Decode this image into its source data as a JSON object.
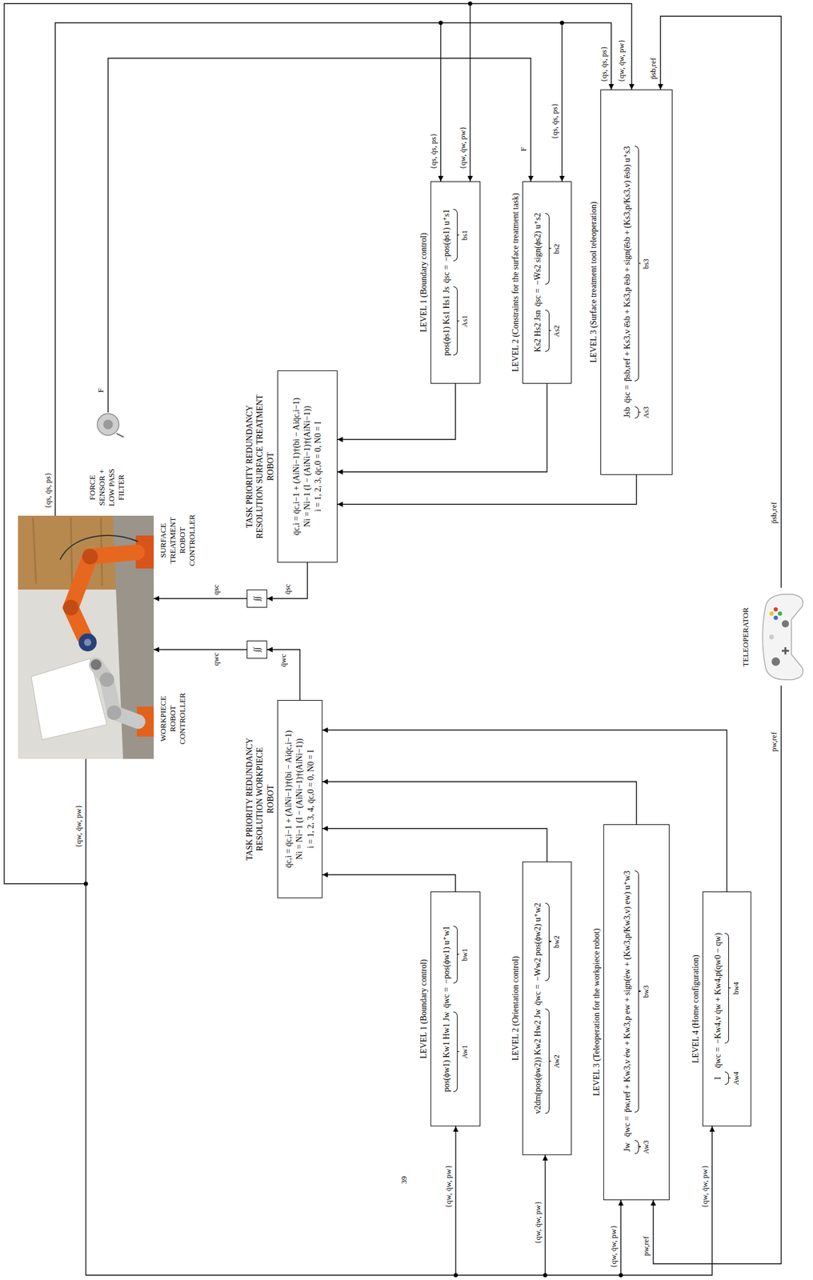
{
  "diagram": {
    "nodes": [
      {
        "text": [
          "∫∫"
        ]
      },
      {
        "text": [
          "∫∫"
        ]
      },
      {
        "text": [
          "TASK PRIORITY REDUNDANCY RESOLUTION WORKPIECE ROBOT",
          "q̈c,i = q̈c,i−1 + (AiNi−1)†(bi − Aiq̈c,i−1)",
          "Ni = Ni−1 (I − (AiNi−1)†(AiNi−1))",
          "i = 1, 2, 3, 4, q̈c,0 = 0, N0 = I"
        ]
      },
      {
        "text": [
          "TASK PRIORITY REDUNDANCY RESOLUTION SURFACE TREATMENT ROBOT",
          "q̈c,i = q̈c,i−1 + (AiNi−1)†(bi − Aiq̈c,i−1)",
          "Ni = Ni−1 (I − (AiNi−1)†(AiNi−1))",
          "i = 1, 2, 3, q̈c,0 = 0, N0 = I"
        ]
      },
      {
        "text": [
          "LEVEL 1 (Boundary control)",
          "pos(ϕw1) Kw1 Hw1 Jw",
          "q̈wc =",
          "−pos(ϕw1) u⁺w1",
          "Aw1",
          "bw1"
        ]
      },
      {
        "text": [
          "LEVEL 2 (Orientation control)",
          "v2dm(pos(ϕw2)) Kw2 Hw2 Jw",
          "q̈wc =",
          "−Ww2 pos(ϕw2) u⁺w2",
          "Aw2",
          "bw2"
        ]
      },
      {
        "text": [
          "LEVEL 3 (Teleoperation for the workpiece robot)",
          "Jw",
          "q̈wc =",
          "p̈w,ref + Kw3,v ėw + Kw3,p ew + sign(ėw + (Kw3,p/Kw3,v) ew) u⁺w3",
          "Aw3",
          "bw3"
        ]
      },
      {
        "text": [
          "LEVEL 4 (Home configuration)",
          "I",
          "q̈wc =",
          "−Kw4,v q̇w + Kw4,p(qw0 − qw)",
          "Aw4",
          "bw4"
        ]
      },
      {
        "text": [
          "LEVEL 1 (Boundary control)",
          "pos(ϕs1) Ks1 Hs1 Js",
          "q̈sc =",
          "−pos(ϕs1) u⁺s1",
          "As1",
          "bs1"
        ]
      },
      {
        "text": [
          "LEVEL 2 (Constraints for the surface treatment task)",
          "Ks2 Hs2 Jsn",
          "q̈sc =",
          "−W̄s2 sign(ϕs2) u⁺s2",
          "As2",
          "bs2"
        ]
      },
      {
        "text": [
          "LEVEL 3 (Surface treatment tool teleoperation)",
          "Jsb",
          "q̈sc =",
          "p̄̈sb,ref + Ks3,v ē̇sb + Ks3,p ēsb + sign(ē̇sb + (Ks3,p/Ks3,v) ēsb) u⁺s3",
          "As3",
          "bs3"
        ]
      }
    ],
    "edges": [
      {
        "from": 2,
        "to": 0,
        "arrow": "to",
        "label": "q̈wc"
      },
      {
        "from": 3,
        "to": 1,
        "arrow": "to",
        "label": "q̈sc"
      },
      {
        "from": 4,
        "to": 2,
        "arrow": "to"
      },
      {
        "from": 5,
        "to": 2,
        "arrow": "to"
      },
      {
        "from": 6,
        "to": 2,
        "arrow": "to"
      },
      {
        "from": 7,
        "to": 2,
        "arrow": "to"
      },
      {
        "from": 8,
        "to": 3,
        "arrow": "to"
      },
      {
        "from": 9,
        "to": 3,
        "arrow": "to"
      },
      {
        "from": 10,
        "to": 3,
        "arrow": "to"
      }
    ],
    "labels": [
      "WORKPIECE ROBOT CONTROLLER",
      "SURFACE TREATMENT ROBOT CONTROLLER",
      "qwc",
      "qsc",
      "FORCE SENSOR + LOW PASS FILTER",
      "F",
      "F",
      "{qs, q̇s, ps}",
      "{qs, q̇s, ps}",
      "{qs, q̇s, ps}",
      "{qs, q̇s, ps}",
      "{qw, q̇w, pw}",
      "{qw, q̇w, pw}",
      "{qw, q̇w, pw}",
      "{qw, q̇w, pw}",
      "{qw, q̇w, pw}",
      "{qw, q̇w, pw}",
      "{qw, q̇w, pw}",
      "TELEOPERATOR",
      "pw,ref",
      "p̄sb,ref",
      "pw,ref",
      "p̄sb,ref",
      "39"
    ]
  }
}
